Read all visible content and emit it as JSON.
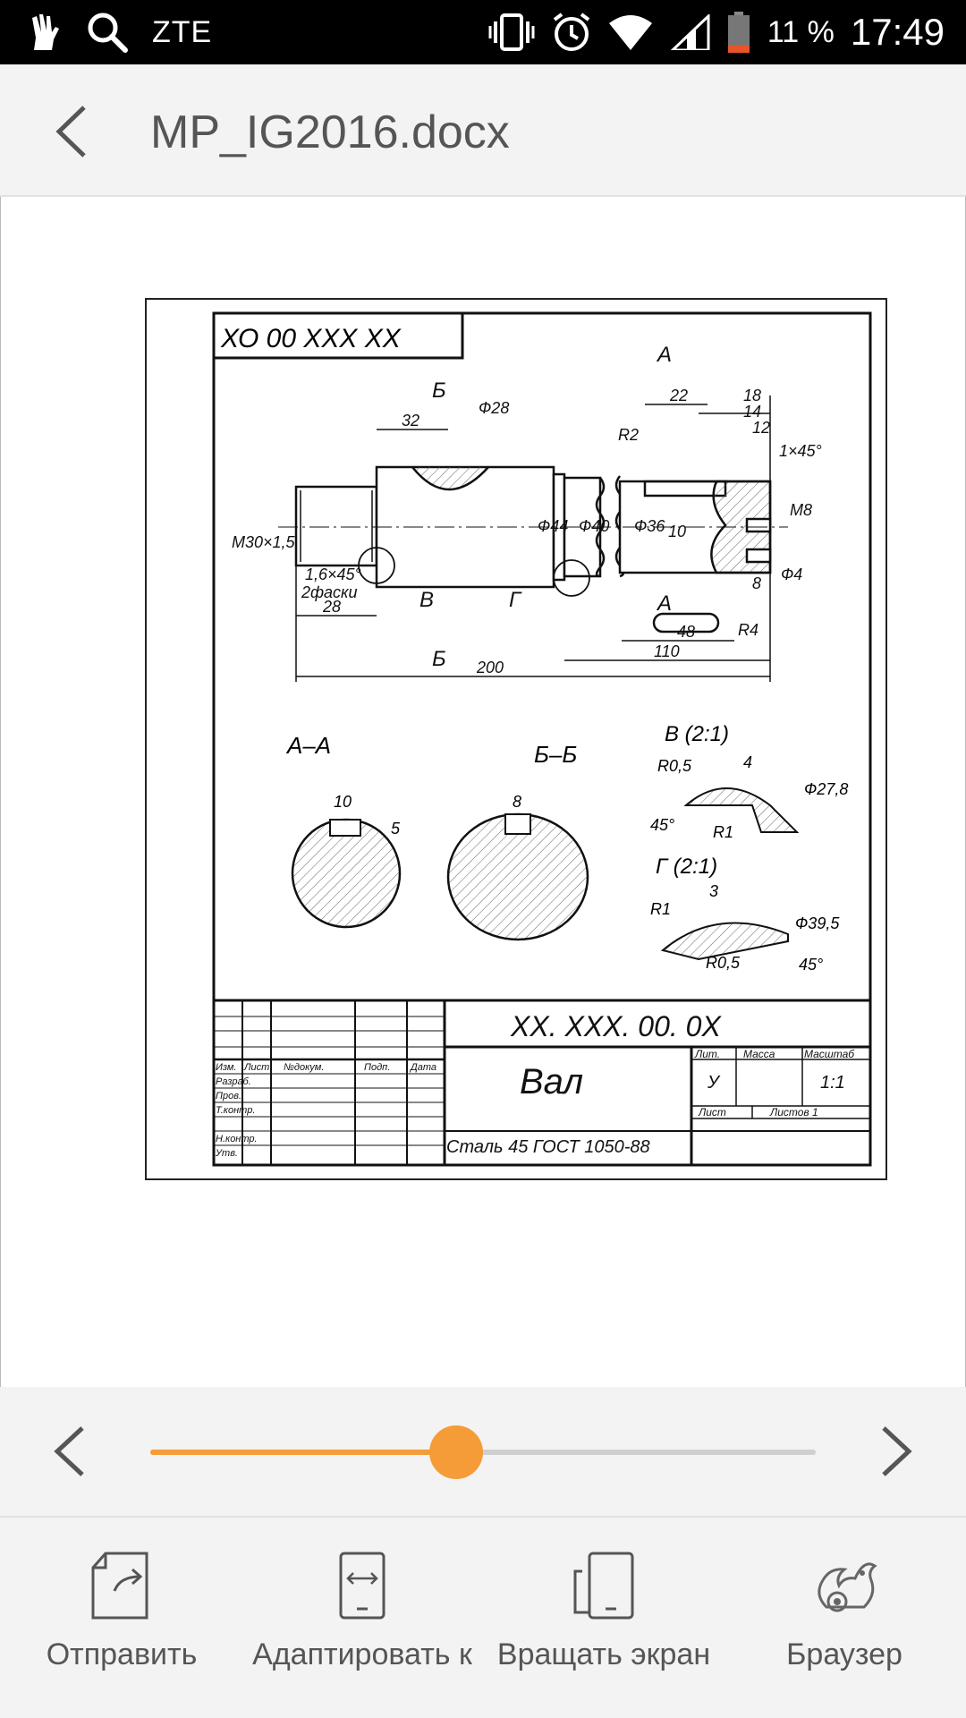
{
  "status_bar": {
    "carrier": "ZTE",
    "battery": "11 %",
    "time": "17:49"
  },
  "app_bar": {
    "title": "MP_IG2016.docx",
    "back_icon": "arrow-left-icon"
  },
  "drawing": {
    "doc_code_top": "ХО 00 ХХХ ХХ",
    "doc_code": "ХХ. ХХХ. 00. 0Х",
    "part_name": "Вал",
    "material": "Сталь 45 ГОСТ 1050-88",
    "scale": "1:1",
    "lit": "У",
    "hdr_lit": "Лит.",
    "hdr_mass": "Масса",
    "hdr_scale": "Масштаб",
    "sheet": "Лист",
    "sheets": "Листов 1",
    "rows": [
      "Изм.",
      "Лист",
      "№докум.",
      "Подп.",
      "Дата",
      "Разраб.",
      "Пров.",
      "Т.контр.",
      "Н.контр.",
      "Утв."
    ],
    "section_aa": "А–А",
    "section_bb": "Б–Б",
    "detail_v": "В (2:1)",
    "detail_g": "Г (2:1)",
    "dims": {
      "d200": "200",
      "d110": "110",
      "d48": "48",
      "d28": "28",
      "d32": "32",
      "d22": "22",
      "d18": "18",
      "d14": "14",
      "d12": "12",
      "d10": "10",
      "d8": "8",
      "d5": "5",
      "d4": "4",
      "d3": "3",
      "phi28": "Ф28",
      "phi44": "Ф44",
      "phi40": "Ф40",
      "phi36": "Ф36",
      "phi4": "Ф4",
      "phi278": "Ф27,8",
      "phi395": "Ф39,5",
      "m30": "М30×1,5",
      "m8": "М8",
      "chamfer": "1,6×45°",
      "two_chamfers": "2фаски",
      "c145": "1×45°",
      "r2": "R2",
      "r4": "R4",
      "r1": "R1",
      "r05": "R0,5",
      "a45": "45°",
      "lbl_a": "А",
      "lbl_b": "Б",
      "lbl_v": "В",
      "lbl_g": "Г"
    }
  },
  "pager": {
    "progress": 0.46,
    "prev_icon": "chevron-left-icon",
    "next_icon": "chevron-right-icon",
    "accent": "#f59c38"
  },
  "toolbar": {
    "items": [
      {
        "label": "Отправить",
        "icon": "share-icon"
      },
      {
        "label": "Адаптировать к",
        "icon": "fit-width-icon"
      },
      {
        "label": "Вращать экран",
        "icon": "rotate-screen-icon"
      },
      {
        "label": "Браузер",
        "icon": "uc-browser-icon"
      }
    ]
  }
}
